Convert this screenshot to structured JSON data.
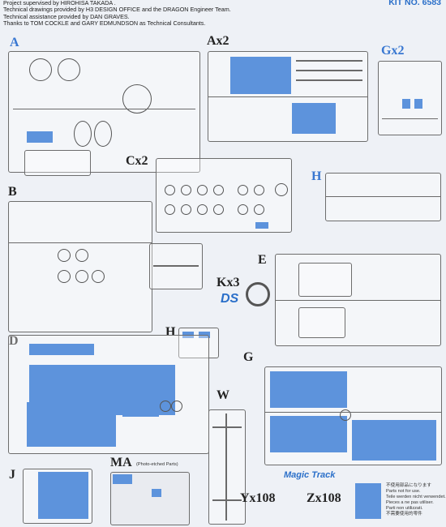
{
  "header": {
    "credits": [
      "Project supervised by HIROHISA TAKADA .",
      "Technical drawings provided by H3 DESIGN OFFICE and the DRAGON Engineer Team.",
      "Technical assistance provided by DAN GRAVES.",
      "Thanks to TOM COCKLE and GARY EDMUNDSON as Technical Consultants."
    ],
    "kit_no": "KIT NO. 6583"
  },
  "labels": {
    "A": "A",
    "Ax2": "Ax2",
    "Gx2": "Gx2",
    "Cx2": "Cx2",
    "H_top": "H",
    "B": "B",
    "E": "E",
    "Kx3": "Kx3",
    "H_small": "H",
    "D": "D",
    "G": "G",
    "W": "W",
    "J": "J",
    "MA": "MA",
    "Yx108": "Yx108",
    "Zx108": "Zx108"
  },
  "ma_note": "(Photo-etched Parts)",
  "brands": {
    "ds": "DS",
    "magic": "Magic Track"
  },
  "not_for_use": [
    "不使用部品になります",
    "Teile werden nicht verwendet.",
    "Pieces a ne pas utiliser.",
    "Parti non utilizzati.",
    "不需要使用的零件"
  ],
  "not_for_use_en": "Parts not for use.",
  "colors": {
    "accent": "#5d93dc",
    "label_blue": "#3877d1"
  }
}
